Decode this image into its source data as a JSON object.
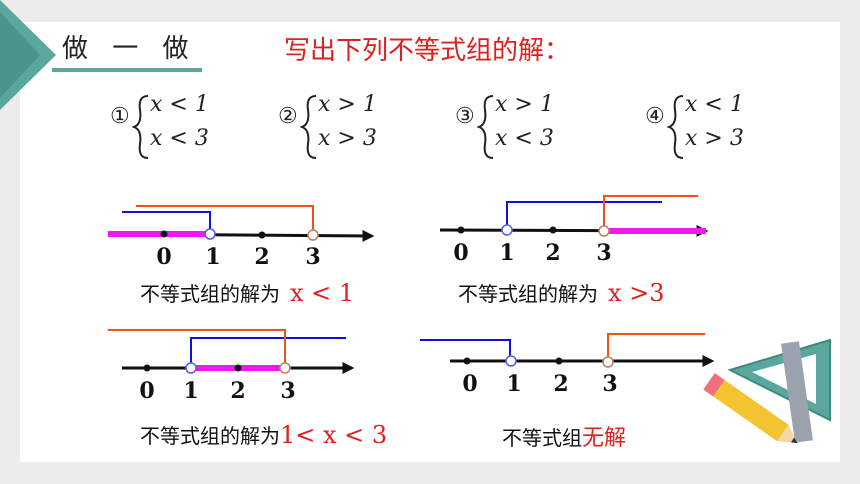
{
  "header": {
    "section_title": "做 一 做",
    "prompt": "写出下列不等式组的解："
  },
  "systems": [
    {
      "num": "①",
      "top": "x < 1",
      "bottom": "x < 3"
    },
    {
      "num": "②",
      "top": "x > 1",
      "bottom": "x > 3"
    },
    {
      "num": "③",
      "top": "x > 1",
      "bottom": "x < 3"
    },
    {
      "num": "④",
      "top": "x < 1",
      "bottom": "x > 3"
    }
  ],
  "number_lines": [
    {
      "ticks": [
        "0",
        "1",
        "2",
        "3"
      ],
      "answer_text": "不等式组的解为",
      "answer_value": "x < 1"
    },
    {
      "ticks": [
        "0",
        "1",
        "2",
        "3"
      ],
      "answer_text": "不等式组的解为",
      "answer_value": "x >3"
    },
    {
      "ticks": [
        "0",
        "1",
        "2",
        "3"
      ],
      "answer_text": "不等式组的解为",
      "answer_value": "1< x < 3"
    },
    {
      "ticks": [
        "0",
        "1",
        "2",
        "3"
      ],
      "answer_text": "不等式组",
      "answer_value": "无解"
    }
  ],
  "colors": {
    "accent_teal": "#5aa79d",
    "answer_red": "#e02020",
    "ray_blue": "#1010e0",
    "ray_orange": "#f0501a",
    "solution_magenta": "#f018f0"
  },
  "icons": [
    "corner-triangle-icon",
    "ruler-pencil-icon"
  ]
}
